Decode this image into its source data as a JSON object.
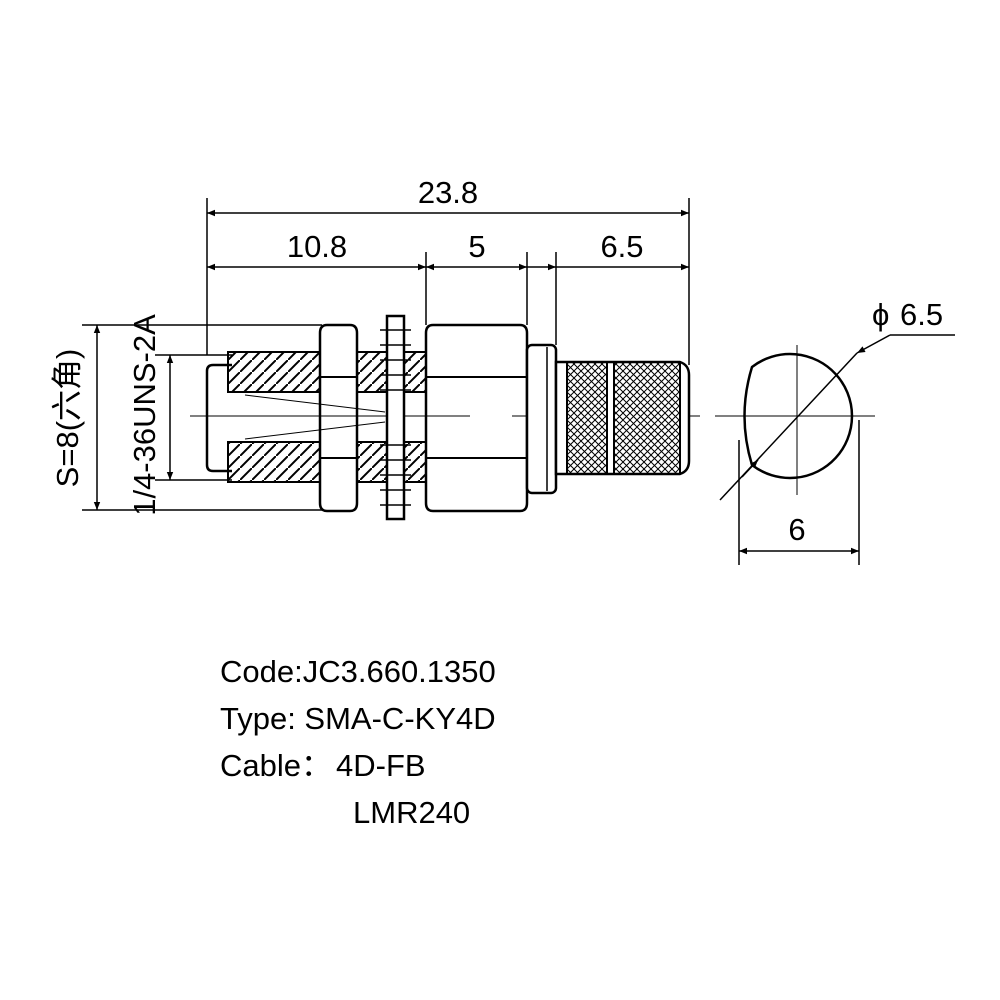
{
  "dimensions": {
    "overall_length": "23.8",
    "front_length": "10.8",
    "middle_length": "5",
    "rear_length": "6.5",
    "hex_size": "S=8(六角)",
    "thread": "1/4-36UNS-2A",
    "diameter": "6.5",
    "diameter_symbol": "ϕ",
    "flat_width": "6"
  },
  "info": {
    "code": "Code:JC3.660.1350",
    "type": "Type: SMA-C-KY4D",
    "cable_label": "Cable：",
    "cable_1": "4D-FB",
    "cable_2": "LMR240"
  },
  "colors": {
    "line": "#000000",
    "background": "#ffffff"
  }
}
